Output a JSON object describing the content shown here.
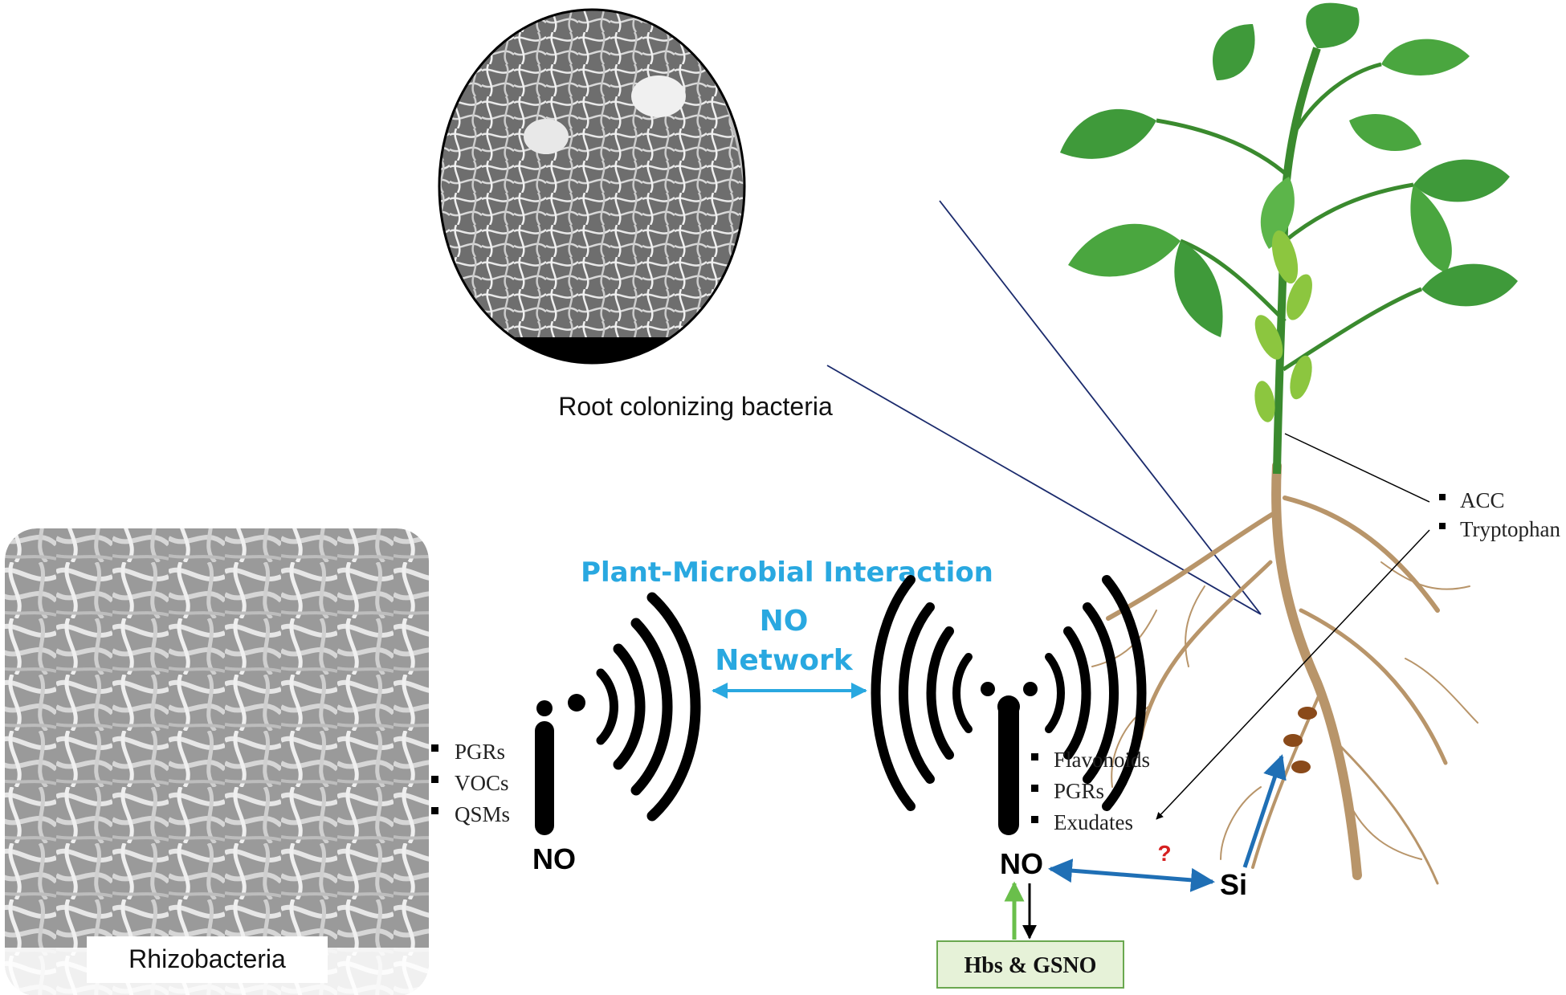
{
  "title": {
    "line1": "Plant-Microbial Interaction",
    "line2": "NO",
    "line3": "Network"
  },
  "labels": {
    "root_colonizing": "Root colonizing bacteria",
    "rhizobacteria": "Rhizobacteria",
    "no_left": "NO",
    "no_right": "NO",
    "si": "Si",
    "question": "?",
    "hbs_gsno": "Hbs & GSNO"
  },
  "bullets": {
    "bacteria": [
      "PGRs",
      "VOCs",
      "QSMs"
    ],
    "plant": [
      "Flavonoids",
      "PGRs",
      "Exudates"
    ],
    "stem": [
      "ACC",
      "Tryptophan"
    ]
  },
  "colors": {
    "title_blue": "#29a8e0",
    "arrow_blue": "#1f6fb5",
    "leaf_green": "#3f9a3a",
    "root_brown": "#b8956a",
    "hbs_box_fill": "#e6f2d8",
    "hbs_box_border": "#6aa84f",
    "green_arrow": "#6abf4b",
    "question_red": "#d62020"
  },
  "icons": [
    "wifi-signal-icon",
    "plant-icon",
    "sem-micrograph-image"
  ]
}
